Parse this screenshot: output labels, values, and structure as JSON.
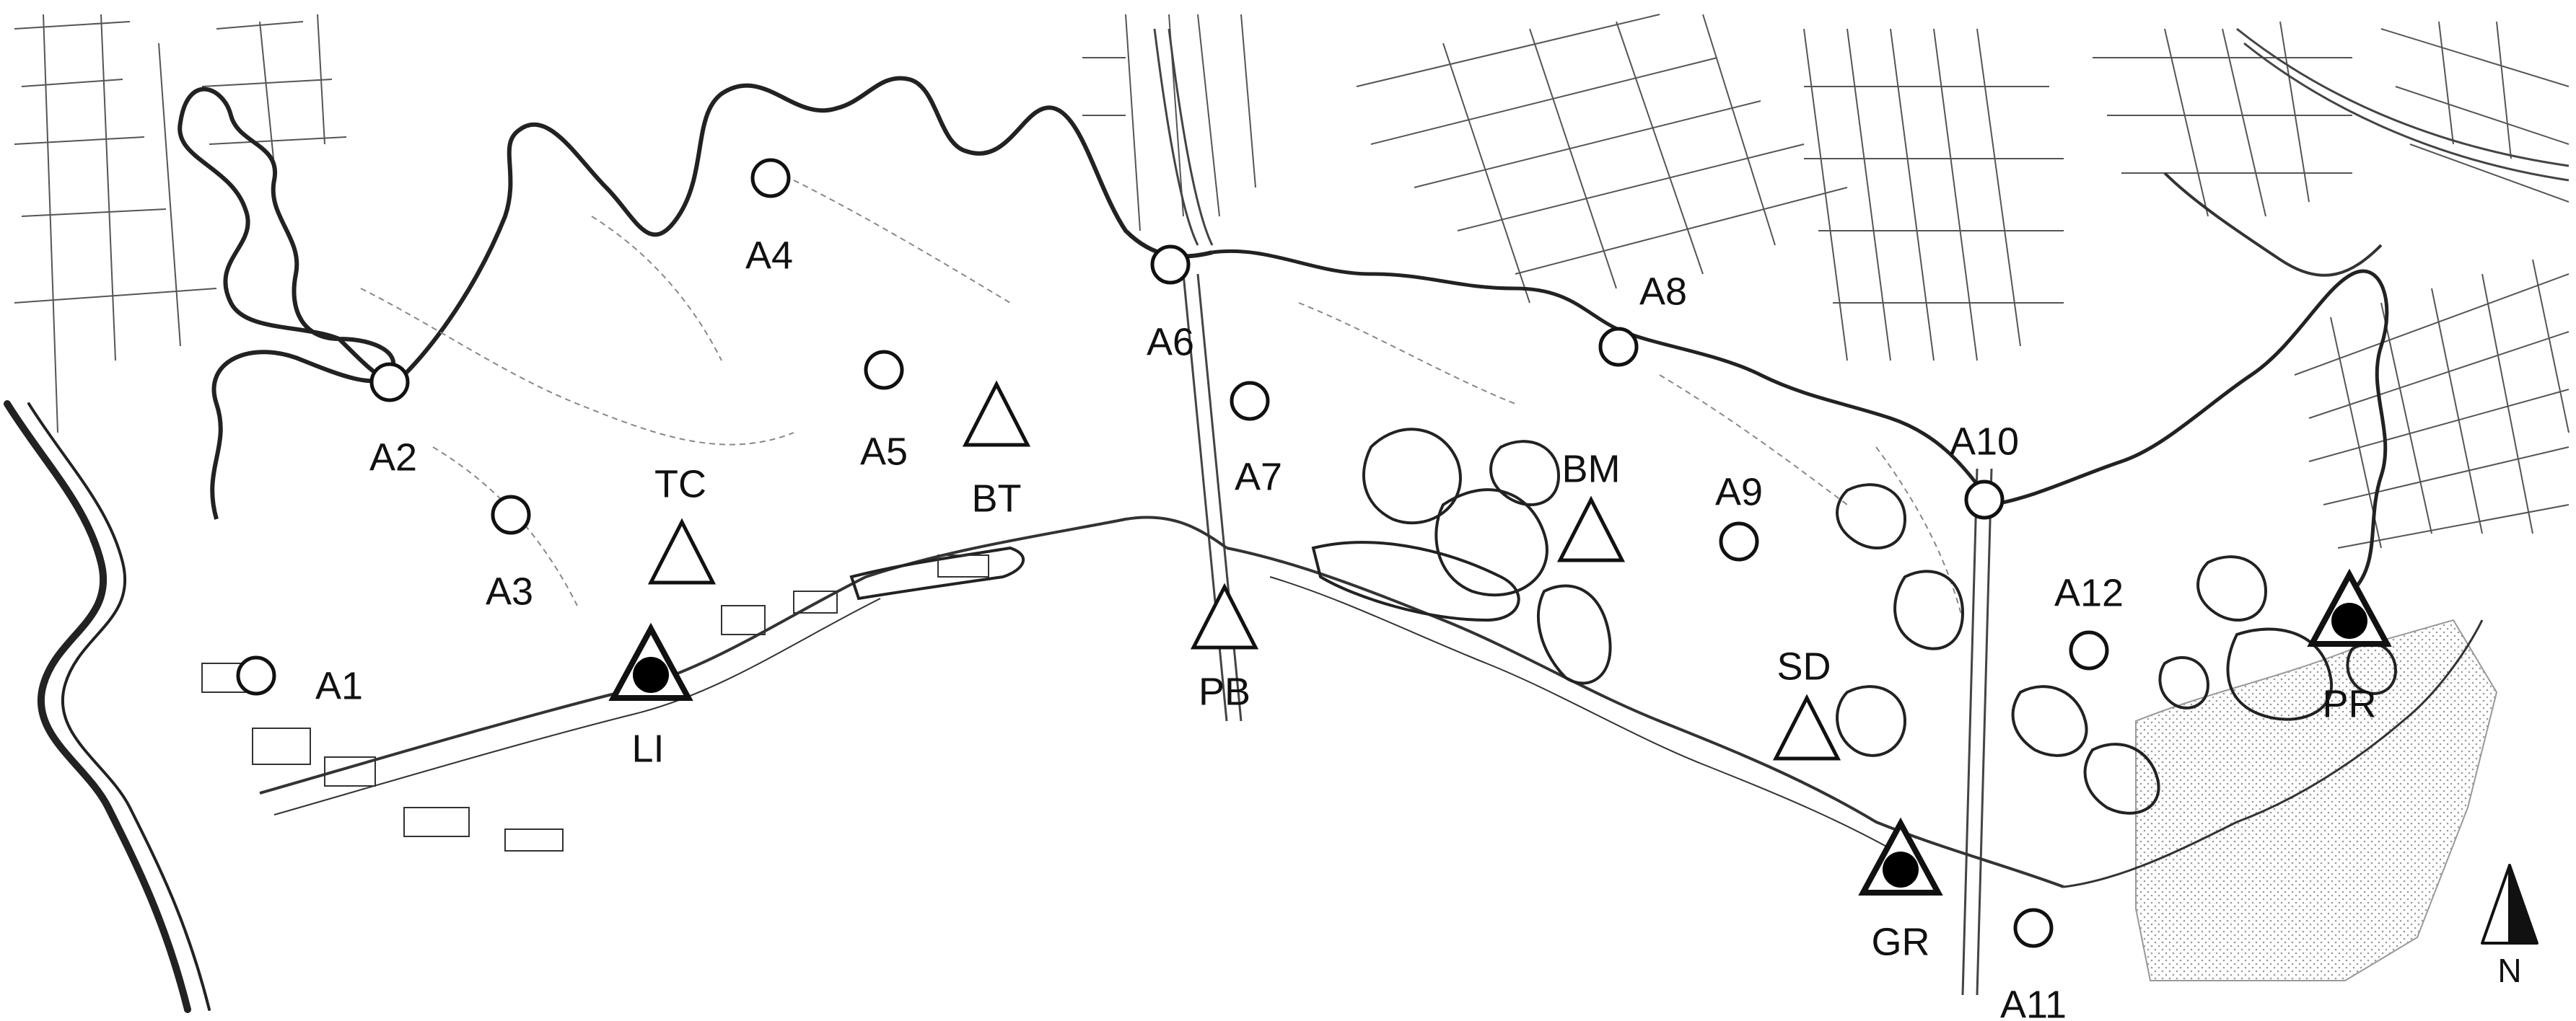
{
  "map": {
    "background_color": "#ffffff",
    "line_color": "#333333",
    "water_pattern_color": "#bbbbbb",
    "stations": [
      {
        "label": "A1",
        "symbol": "circle"
      },
      {
        "label": "A2",
        "symbol": "circle"
      },
      {
        "label": "A3",
        "symbol": "circle"
      },
      {
        "label": "A4",
        "symbol": "circle"
      },
      {
        "label": "A5",
        "symbol": "circle"
      },
      {
        "label": "A6",
        "symbol": "circle"
      },
      {
        "label": "A7",
        "symbol": "circle"
      },
      {
        "label": "A8",
        "symbol": "circle"
      },
      {
        "label": "A9",
        "symbol": "circle"
      },
      {
        "label": "A10",
        "symbol": "circle"
      },
      {
        "label": "A11",
        "symbol": "circle"
      },
      {
        "label": "A12",
        "symbol": "circle"
      },
      {
        "label": "TC",
        "symbol": "triangle"
      },
      {
        "label": "BT",
        "symbol": "triangle"
      },
      {
        "label": "PB",
        "symbol": "triangle"
      },
      {
        "label": "BM",
        "symbol": "triangle"
      },
      {
        "label": "SD",
        "symbol": "triangle"
      },
      {
        "label": "LI",
        "symbol": "triangle-with-dot"
      },
      {
        "label": "GR",
        "symbol": "triangle-with-dot"
      },
      {
        "label": "PR",
        "symbol": "triangle-with-dot"
      }
    ],
    "north_arrow": {
      "label": "N",
      "icon": "north-arrow-icon"
    }
  }
}
